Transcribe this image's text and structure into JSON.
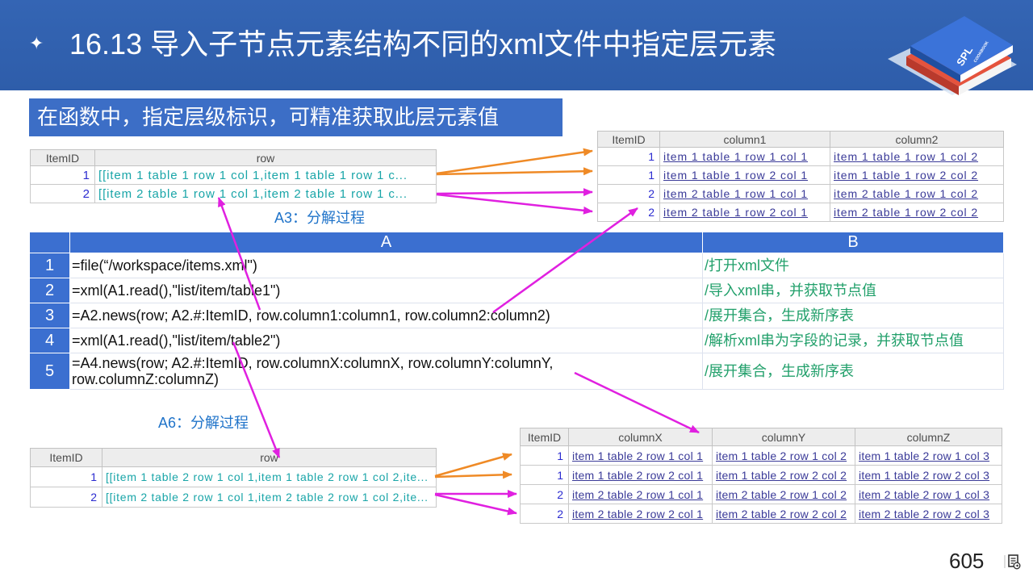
{
  "header": {
    "bullet": "✦",
    "bullet_icon": "four-point-star-icon",
    "title": "16.13 导入子节点元素结构不同的xml文件中指定层元素"
  },
  "logo": {
    "icon": "spl-cookbook-logo-icon",
    "text": "SPL",
    "subtext": "COOKBOOK"
  },
  "subtitle": "在函数中，指定层级标识，可精准获取此层元素值",
  "labels": {
    "a3": "A3：分解过程",
    "a6": "A6：分解过程"
  },
  "table1": {
    "headers": [
      "ItemID",
      "row"
    ],
    "rows": [
      [
        "1",
        "[[item 1 table 1 row 1 col 1,item 1 table 1 row 1 c..."
      ],
      [
        "2",
        "[[item 2 table 1 row 1 col 1,item 2 table 1 row 1 c..."
      ]
    ]
  },
  "table2": {
    "headers": [
      "ItemID",
      "column1",
      "column2"
    ],
    "rows": [
      [
        "1",
        "item 1 table 1 row 1 col 1",
        "item 1 table 1 row 1 col 2"
      ],
      [
        "1",
        "item 1 table 1 row 2 col 1",
        "item 1 table 1 row 2 col 2"
      ],
      [
        "2",
        "item 2 table 1 row 1 col 1",
        "item 2 table 1 row 1 col 2"
      ],
      [
        "2",
        "item 2 table 1 row 2 col 1",
        "item 2 table 1 row 2 col 2"
      ]
    ]
  },
  "grid": {
    "columns": [
      "A",
      "B"
    ],
    "rows": [
      {
        "num": "1",
        "formula": "=file(“/workspace/items.xml\")",
        "comment": "/打开xml文件"
      },
      {
        "num": "2",
        "formula": "=xml(A1.read(),\"list/item/table1\")",
        "comment": "/导入xml串，并获取节点值"
      },
      {
        "num": "3",
        "formula": "=A2.news(row; A2.#:ItemID, row.column1:column1, row.column2:column2)",
        "comment": "/展开集合，生成新序表"
      },
      {
        "num": "4",
        "formula": "=xml(A1.read(),\"list/item/table2\")",
        "comment": "/解析xml串为字段的记录，并获取节点值"
      },
      {
        "num": "5",
        "formula": "=A4.news(row; A2.#:ItemID, row.columnX:columnX, row.columnY:columnY, row.columnZ:columnZ)",
        "comment": "/展开集合，生成新序表"
      }
    ]
  },
  "table3": {
    "headers": [
      "ItemID",
      "row"
    ],
    "rows": [
      [
        "1",
        "[[item 1 table 2 row 1 col 1,item 1 table 2 row 1 col 2,ite..."
      ],
      [
        "2",
        "[[item 2 table 2 row 1 col 1,item 2 table 2 row 1 col 2,ite..."
      ]
    ]
  },
  "table4": {
    "headers": [
      "ItemID",
      "columnX",
      "columnY",
      "columnZ"
    ],
    "rows": [
      [
        "1",
        "item 1 table 2 row 1 col 1",
        "item 1 table 2 row 1 col 2",
        "item 1 table 2 row 1 col 3"
      ],
      [
        "1",
        "item 1 table 2 row 2 col 1",
        "item 1 table 2 row 2 col 2",
        "item 1 table 2 row 2 col 3"
      ],
      [
        "2",
        "item 2 table 2 row 1 col 1",
        "item 2 table 2 row 1 col 2",
        "item 2 table 2 row 1 col 3"
      ],
      [
        "2",
        "item 2 table 2 row 2 col 1",
        "item 2 table 2 row 2 col 2",
        "item 2 table 2 row 2 col 3"
      ]
    ]
  },
  "page": {
    "number": "605",
    "icon": "slide-document-icon"
  },
  "colors": {
    "header_blue": "#2e5daa",
    "subtitle_blue": "#3c6ec6",
    "grid_blue": "#3b6fd0",
    "comment_green": "#22a06b",
    "label_blue": "#1f73c9",
    "teal_text": "#19a5a8",
    "link_text": "#3a3a98",
    "index_blue": "#2b2bd0",
    "arrow_orange": "#ef8a26",
    "arrow_magenta": "#e020e0"
  }
}
